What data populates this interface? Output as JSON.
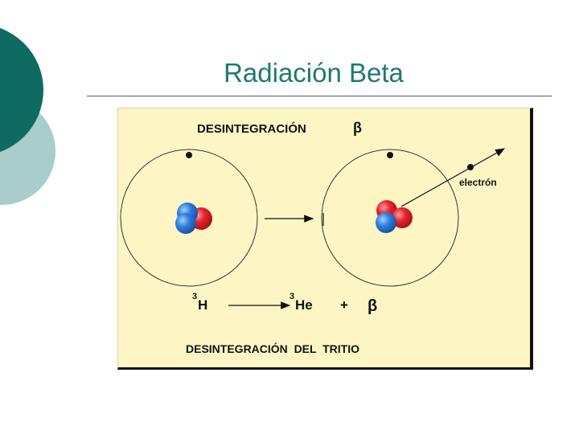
{
  "slide": {
    "title": "Radiación Beta"
  },
  "figure": {
    "heading": "DESINTEGRACIÓN",
    "heading_symbol": "β",
    "electron_label": "electrón",
    "equation": {
      "reactant_mass": "3",
      "reactant": "H",
      "product_mass": "3",
      "product": "He",
      "plus": "+",
      "emitted": "β"
    },
    "caption": "DESINTEGRACIÓN  DEL  TRITIO"
  },
  "colors": {
    "title": "#1f7a6e",
    "deco_dark": "#0f6a62",
    "deco_light": "#a8cdca",
    "figure_bg": "#fdf6c4",
    "proton": "#e8232e",
    "neutron": "#2f7fe0"
  }
}
